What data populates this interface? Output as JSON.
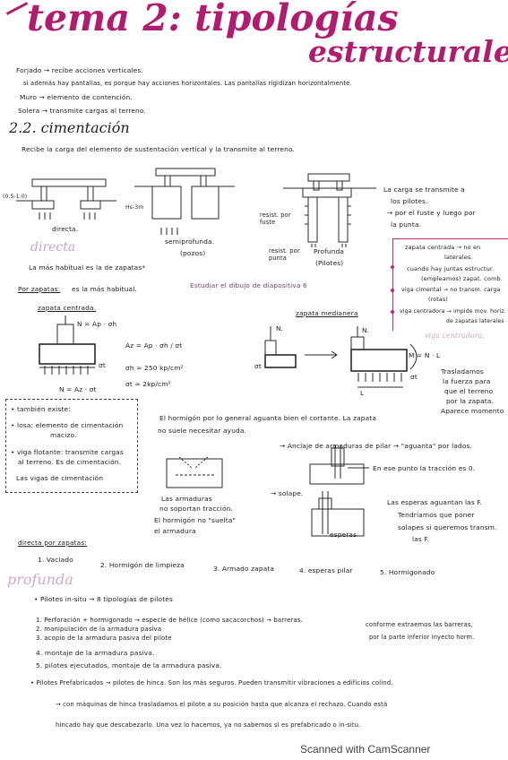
{
  "header": {
    "title_line1": "tema 2: tipologías",
    "title_line2": "estructurales"
  },
  "intro": {
    "forjado": "Forjado → recibe acciones verticales.",
    "pantallas": "si además hay pantallas, es porque hay acciones horizontales. Las pantallas rigidizan horizontalmente.",
    "muro": "Muro → elemento de contención.",
    "solera": "Solera → transmite cargas al terreno."
  },
  "section_cimentacion": {
    "number_title": "2.2. cimentación",
    "definition": "Recibe la carga del elemento de sustentación vertical y la transmite al terreno."
  },
  "foundation_types": {
    "directa": "directa.",
    "semiprofunda": "semiprofunda.",
    "pozos": "(pozos)",
    "resist_por_fuste": "resist. por fuste",
    "resist_por_punta": "resist. por punta",
    "profunda": "Profunda",
    "pilotes": "(Pilotes)",
    "carga_note_1": "La carga se transmite a",
    "carga_note_2": "los pilotes.",
    "carga_note_3": "→ por el fuste y luego por",
    "carga_note_4": "la punta.",
    "dim_left_1": "(0.5-1.0)",
    "dim_left_2": "Hs-3m"
  },
  "directa_block": {
    "heading": "directa",
    "habitual": "La más habitual es la de zapatas*",
    "por_zapatas": "Por zapatas:",
    "por_zapatas_text": "es la más habitual.",
    "estudiar": "Estudiar el dibujo de diapositiva 6"
  },
  "side_box": {
    "line1": "zapata centrada → no en",
    "line2": "laterales.",
    "line3": "cuando hay juntas estructur.",
    "line4": "(empleamos) zapat. comb.",
    "line5": "viga cimental → no transm. carga",
    "line6": "(rotas)",
    "line7": "viga centradora → impide mov. horiz.",
    "line8": "de zapatas laterales"
  },
  "zapata_centrada": {
    "label": "zapata centrada.",
    "n_top": "N = Ap · σh",
    "sigma_t": "σt",
    "n_bottom": "N = Az · σt",
    "eq1": "Az = Ap · σh / σt",
    "eq2": "σh ≈ 250 kp/cm²",
    "eq3": "σt ≈ 2kp/cm²"
  },
  "zapata_medianera": {
    "label": "zapata medianera",
    "viga_centradora": "viga centradora.",
    "n_small": "N.",
    "sigma_left": "σt",
    "sigma_right": "σt",
    "n_right": "N.",
    "moment": "M = N · L",
    "l_label": "L",
    "note1": "Trasladamos",
    "note2": "la fuerza para",
    "note3": "que el terreno",
    "note4": "por la zapata.",
    "note5": "Aparece momento"
  },
  "tambien_existe": {
    "head": "• también existe:",
    "losa1": "• losa: elemento de cimentación",
    "losa2": "macizo.",
    "viga1": "• viga flotante: transmite cargas",
    "viga2": "al terreno. Es de cimentación.",
    "viga3": "Las vigas de cimentación"
  },
  "hormigon_note": {
    "line1": "El hormigón por lo general aguanta bien el cortante. La zapata",
    "line2": "no suele necesitar ayuda.",
    "anclaje": "→ Anclaje de armaduras de pilar → \"aguanta\" por lados.",
    "traccion": "En ese punto la tracción es 0.",
    "solape": "→ solape.",
    "esperas": "esperas",
    "arm1": "Las armaduras",
    "arm2": "no soportan tracción.",
    "arm3": "El hormigón no \"suelta\"",
    "arm4": "el armadura",
    "esp1": "Las esperas aguantan las F.",
    "esp2": "Tendríamos que poner",
    "esp3": "solapes si queremos transm.",
    "esp4": "las F."
  },
  "directa_por_zapatas": {
    "heading": "directa por zapatas:",
    "steps": [
      "1. Vaciado",
      "2. Hormigón de limpieza",
      "3. Armado zapata",
      "4. esperas pilar",
      "5. Hormigonado"
    ]
  },
  "profunda_block": {
    "heading": "profunda",
    "insitu": "• Pilotes in-situ → 8 tipologías de pilotes",
    "p1": "1. Perforación + hormigonado → especie de hélice (como sacacorchos) → barreras.",
    "p1b": "conforme extraemos las barreras,",
    "p1c": "por la parte inferior inyecto horm.",
    "p2": "2. manipulación de la armadura pasiva",
    "p3": "3. acopio de la armadura pasiva del pilote",
    "p4": "4. montaje de la armadura pasiva.",
    "p5": "5. pilotes ejecutados, montaje de la armadura pasiva.",
    "pref": "• Pilotes Prefabricados → pilotes de hinca. Son los más seguros. Pueden transmitir vibraciones a edificios colind.",
    "pref2": "→ con máquinas de hinca trasladamos el pilote a su posición hasta que alcanza el rechazo. Cuando está",
    "pref3": "hincado hay que descabezarlo. Una vez lo hacemos, ya no sabemos si es prefabricado o in-situ."
  },
  "footer": {
    "watermark": "Scanned with CamScanner"
  },
  "colors": {
    "title": "#b11d6e",
    "highlight": "#c2277f",
    "ink": "#202020"
  }
}
